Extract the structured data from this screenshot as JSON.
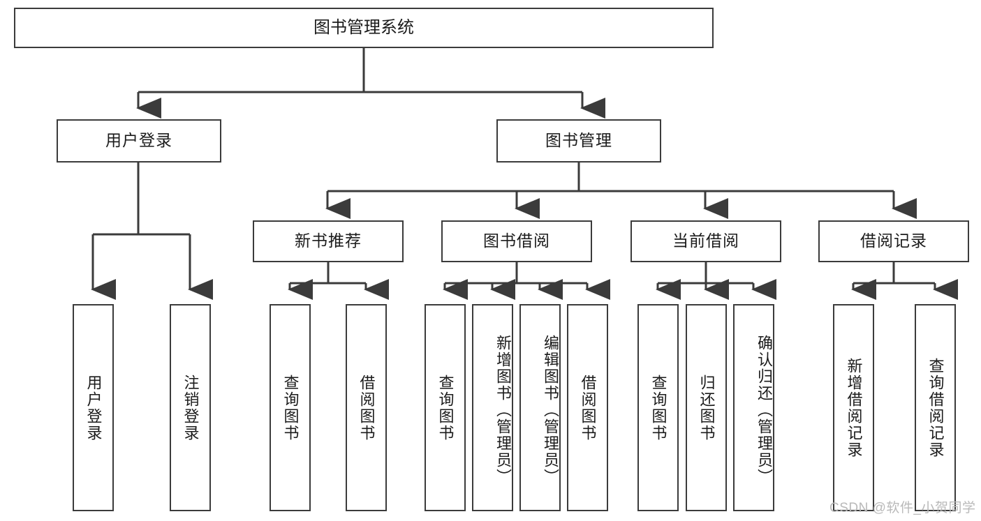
{
  "diagram": {
    "type": "tree-hierarchy",
    "title": "图书管理系统",
    "watermark": "CSDN @软件_小贺同学",
    "colors": {
      "box_border": "#3b3b3b",
      "box_fill": "#ffffff",
      "connector": "#3b3b3b",
      "text": "#1b1b1b",
      "watermark": "#b9b9b9",
      "background": "#ffffff"
    },
    "root": {
      "label": "图书管理系统"
    },
    "level2": [
      {
        "label": "用户登录"
      },
      {
        "label": "图书管理"
      }
    ],
    "level3": [
      {
        "label": "新书推荐"
      },
      {
        "label": "图书借阅"
      },
      {
        "label": "当前借阅"
      },
      {
        "label": "借阅记录"
      }
    ],
    "leaves": {
      "user_login": [
        {
          "label": "用户登录"
        },
        {
          "label": "注销登录"
        }
      ],
      "new_book_recommend": [
        {
          "label": "查询图书"
        },
        {
          "label": "借阅图书"
        }
      ],
      "book_borrow": [
        {
          "label": "查询图书"
        },
        {
          "label": "新增图书（管理员）"
        },
        {
          "label": "编辑图书（管理员）"
        },
        {
          "label": "借阅图书"
        }
      ],
      "current_borrow": [
        {
          "label": "查询图书"
        },
        {
          "label": "归还图书"
        },
        {
          "label": "确认归还（管理员）"
        }
      ],
      "borrow_record": [
        {
          "label": "新增借阅记录"
        },
        {
          "label": "查询借阅记录"
        }
      ]
    }
  }
}
